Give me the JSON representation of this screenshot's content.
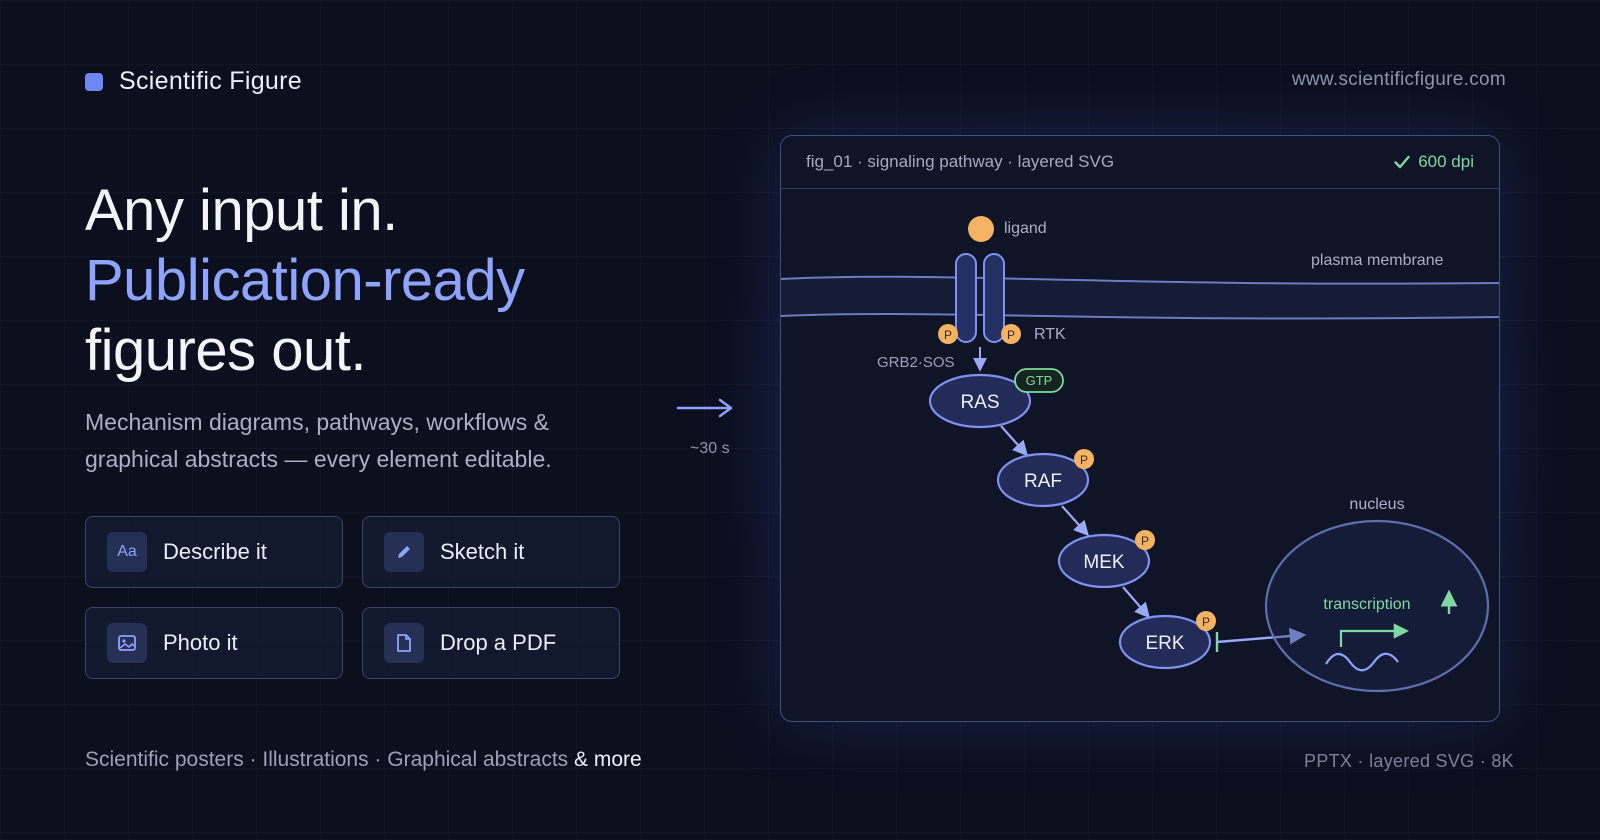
{
  "brand": {
    "name": "Scientific Figure",
    "url": "www.scientificfigure.com"
  },
  "headline": {
    "line1": "Any input in.",
    "line2": "Publication-ready",
    "line3": "figures out."
  },
  "subhead": "Mechanism diagrams, pathways, workflows & graphical abstracts — every element editable.",
  "actions": [
    {
      "label": "Describe it",
      "icon": "text-aa-icon",
      "icon_text": "Aa"
    },
    {
      "label": "Sketch it",
      "icon": "pencil-icon"
    },
    {
      "label": "Photo it",
      "icon": "image-icon"
    },
    {
      "label": "Drop a PDF",
      "icon": "document-icon"
    }
  ],
  "footer": {
    "types": "Scientific posters · Illustrations · Graphical abstracts",
    "more": "& more",
    "formats": "PPTX · layered SVG · 8K"
  },
  "transition": {
    "time": "~30 s"
  },
  "figure": {
    "caption": "fig_01 · signaling pathway · layered SVG",
    "badge": "600 dpi",
    "labels": {
      "ligand": "ligand",
      "membrane": "plasma membrane",
      "receptor": "RTK",
      "adaptor": "GRB2·SOS",
      "gtp": "GTP",
      "phospho": "P",
      "nucleus": "nucleus",
      "transcription": "transcription"
    },
    "nodes": [
      "RAS",
      "RAF",
      "MEK",
      "ERK"
    ]
  },
  "colors": {
    "accent": "#8ea4ff",
    "brand_dot": "#6f87f5",
    "phospho": "#f4b263",
    "ok": "#7fd8a1",
    "node_stroke": "#7f92f0",
    "node_fill": "#232b58"
  }
}
